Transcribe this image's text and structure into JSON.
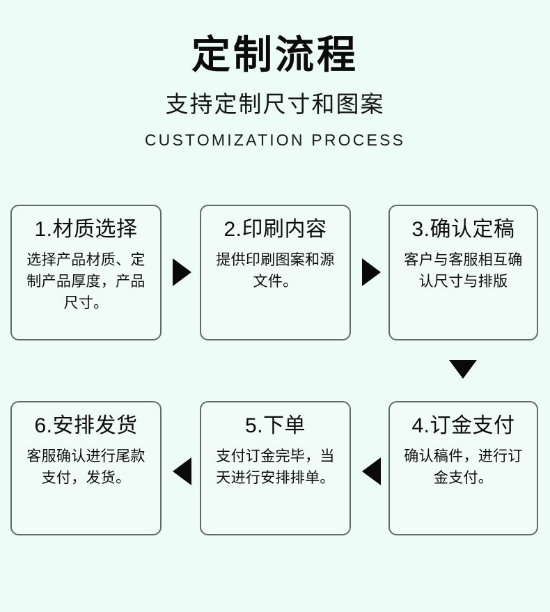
{
  "header": {
    "title": "定制流程",
    "subtitle": "支持定制尺寸和图案",
    "eyebrow": "CUSTOMIZATION PROCESS"
  },
  "theme": {
    "background": "#edfcf7",
    "card_background": "#f1fcf8",
    "card_border": "#5f6b66",
    "text": "#0c0c0c",
    "arrow": "#0a0a0a"
  },
  "steps": [
    {
      "number": "1",
      "title": "1.材质选择",
      "description": "选择产品材质、定制产品厚度，产品尺寸。"
    },
    {
      "number": "2",
      "title": "2.印刷内容",
      "description": "提供印刷图案和源文件。"
    },
    {
      "number": "3",
      "title": "3.确认定稿",
      "description": "客户与客服相互确认尺寸与排版"
    },
    {
      "number": "4",
      "title": "4.订金支付",
      "description": "确认稿件，进行订金支付。"
    },
    {
      "number": "5",
      "title": "5.下单",
      "description": "支付订金完毕，当天进行安排排单。"
    },
    {
      "number": "6",
      "title": "6.安排发货",
      "description": "客服确认进行尾款支付，发货。"
    }
  ],
  "connectors": [
    {
      "id": "arrow-step-1-to-2",
      "direction": "right"
    },
    {
      "id": "arrow-step-2-to-3",
      "direction": "right"
    },
    {
      "id": "arrow-step-3-to-4",
      "direction": "down"
    },
    {
      "id": "arrow-step-4-to-5",
      "direction": "left"
    },
    {
      "id": "arrow-step-5-to-6",
      "direction": "left"
    }
  ]
}
